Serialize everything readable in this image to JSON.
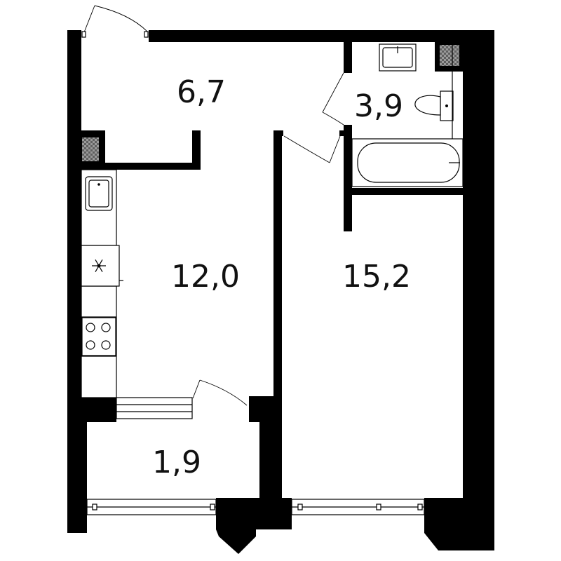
{
  "rooms": {
    "hall": "6,7",
    "bathroom": "3,9",
    "kitchen": "12,0",
    "living": "15,2",
    "balcony": "1,9"
  },
  "colors": {
    "wall": "#000000",
    "background": "#ffffff",
    "shaft": "#808080"
  },
  "icons": {
    "fridge": "snowflake-icon",
    "stove": "stove-icon",
    "sink": "sink-icon",
    "toilet": "toilet-icon",
    "bathtub": "bathtub-icon"
  }
}
